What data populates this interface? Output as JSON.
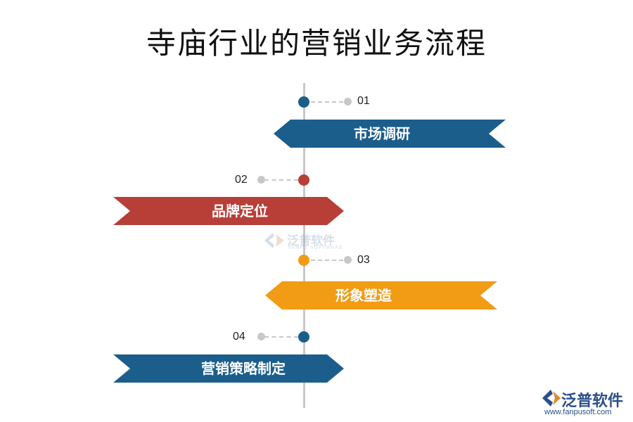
{
  "title": "寺庙行业的营销业务流程",
  "colors": {
    "blue": "#1b5e8c",
    "red": "#b73f37",
    "orange": "#f29b14",
    "axis": "#c8c8c8"
  },
  "steps": [
    {
      "number": "01",
      "label": "市场调研",
      "color": "#1b5e8c"
    },
    {
      "number": "02",
      "label": "品牌定位",
      "color": "#b73f37"
    },
    {
      "number": "03",
      "label": "形象塑造",
      "color": "#f29b14"
    },
    {
      "number": "04",
      "label": "营销策略制定",
      "color": "#1b5e8c"
    }
  ],
  "watermark": {
    "brand": "泛普软件",
    "sub": "FANPU SOFTWARE",
    "url": "www.fanpusoft.com"
  }
}
